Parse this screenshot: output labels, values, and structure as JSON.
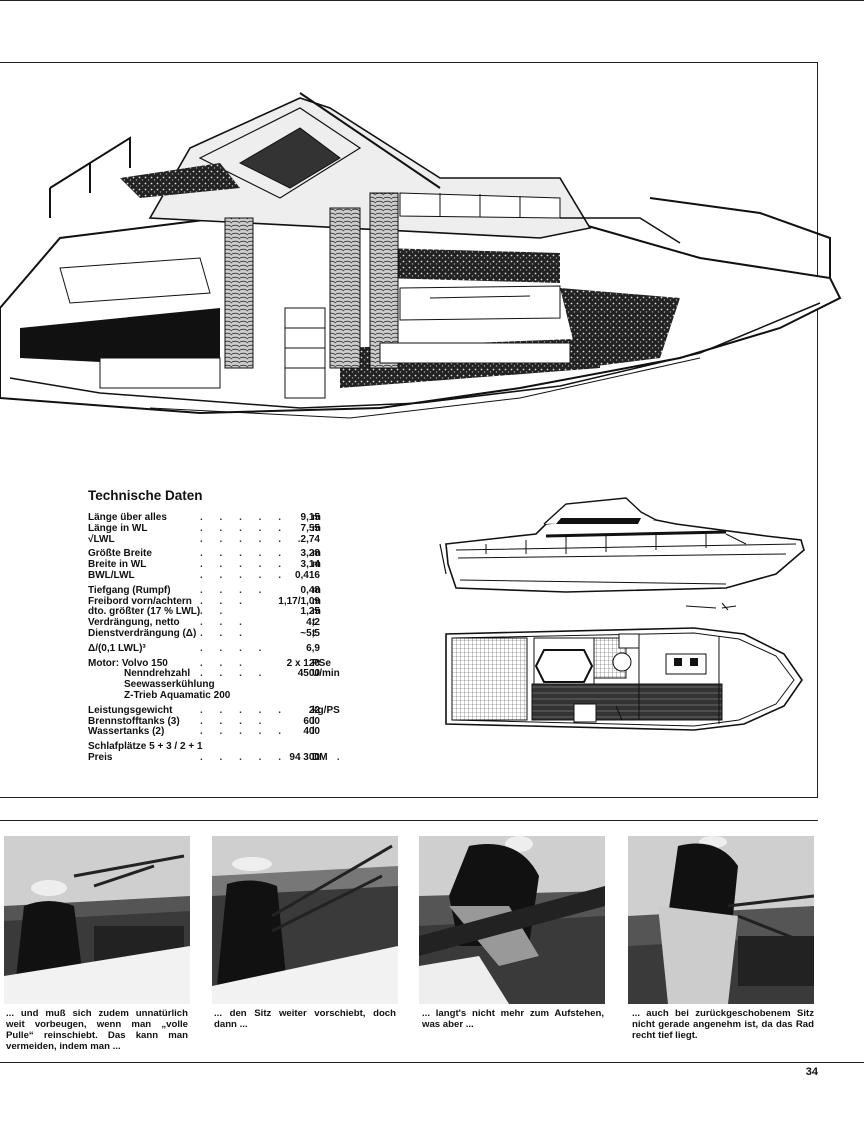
{
  "specs": {
    "heading": "Technische Daten",
    "rows": [
      {
        "label": "Länge über alles",
        "dots": ". . . . .",
        "value": "9,15",
        "unit": "m"
      },
      {
        "label": "Länge in WL",
        "dots": ". . . . .",
        "value": "7,55",
        "unit": "m"
      },
      {
        "label": "√LWL",
        "dots": ". . . . . .",
        "value": "2,74",
        "unit": ""
      },
      {
        "label": "Größte Breite",
        "dots": ". . . . .",
        "value": "3,28",
        "unit": "m"
      },
      {
        "label": "Breite in WL",
        "dots": ". . . . .",
        "value": "3,14",
        "unit": "m"
      },
      {
        "label": "BWL/LWL",
        "dots": ". . . . .",
        "value": "0,416",
        "unit": ""
      },
      {
        "label": "Tiefgang (Rumpf)",
        "dots": ". . . .",
        "value": "0,48",
        "unit": "m"
      },
      {
        "label": "Freibord vorn/achtern",
        "dots": ". . .",
        "value": "1,17/1,09",
        "unit": "m"
      },
      {
        "label": "dto. größter (17 % LWL)",
        "dots": ". .",
        "value": "1,25",
        "unit": "m"
      },
      {
        "label": "Verdrängung, netto",
        "dots": ". . .",
        "value": "4,2",
        "unit": "t"
      },
      {
        "label": "Dienstverdrängung (Δ)",
        "dots": ". . .",
        "value": "~5,5",
        "unit": "t"
      },
      {
        "label": "Δ/(0,1 LWL)³",
        "dots": ". . . .",
        "value": "6,9",
        "unit": ""
      },
      {
        "label": "Motor: Volvo 150",
        "dots": ". . .",
        "value": "2 x 120",
        "unit": "PSe"
      },
      {
        "label": "Nenndrehzahl",
        "dots": ". . . .",
        "value": "4500",
        "unit": "U/min",
        "indent": true
      },
      {
        "label": "Seewasserkühlung",
        "dots": "",
        "value": "",
        "unit": "",
        "indent": true
      },
      {
        "label": "Z-Trieb Aquamatic 200",
        "dots": "",
        "value": "",
        "unit": "",
        "indent": true
      },
      {
        "label": "Leistungsgewicht",
        "dots": ". . . . .",
        "value": "22",
        "unit": "kg/PS"
      },
      {
        "label": "Brennstofftanks (3)",
        "dots": ". . . .",
        "value": "600",
        "unit": "l"
      },
      {
        "label": "Wassertanks (2)",
        "dots": ". . . . .",
        "value": "400",
        "unit": "l"
      },
      {
        "label": "Schlafplätze 5 + 3 / 2 + 1",
        "dots": "",
        "value": "",
        "unit": ""
      },
      {
        "label": "Preis",
        "dots": ". . . . . . . .",
        "value": "94 300",
        "unit": "DM"
      }
    ]
  },
  "captions": [
    "... und muß sich zudem unnatürlich weit vorbeugen, wenn man „volle Pulle“ reinschiebt. Das kann man vermeiden, indem man ...",
    "... den Sitz weiter vorschiebt, doch dann ...",
    "... langt's nicht mehr zum Aufstehen, was aber ...",
    "... auch bei zurückgeschobenem Sitz nicht gerade angenehm ist, da das Rad recht tief liegt."
  ],
  "page_number": "34",
  "icons": [
    "cutaway-boat-drawing",
    "side-profile-drawing",
    "deck-plan-drawing",
    "photo-helmsman"
  ]
}
